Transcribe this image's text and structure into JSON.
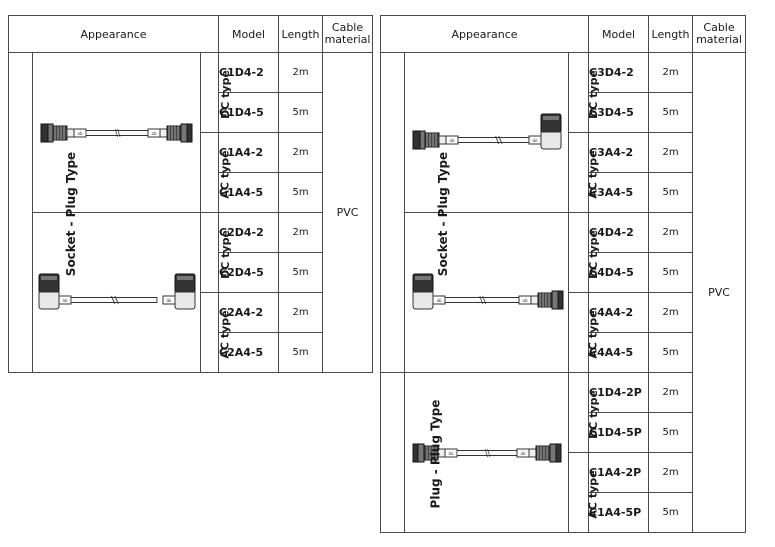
{
  "headers": {
    "appearance": "Appearance",
    "model": "Model",
    "length": "Length",
    "material_line1": "Cable",
    "material_line2": "material"
  },
  "left": {
    "group": "Socket - Plug Type",
    "material": "PVC",
    "blocks": [
      {
        "illustration": "straight-socket-straight-plug-cable-icon",
        "types": [
          {
            "label": "DC type",
            "rows": [
              {
                "model": "C1D4-2",
                "length": "2m"
              },
              {
                "model": "C1D4-5",
                "length": "5m"
              }
            ]
          },
          {
            "label": "AC type",
            "rows": [
              {
                "model": "C1A4-2",
                "length": "2m"
              },
              {
                "model": "C1A4-5",
                "length": "5m"
              }
            ]
          }
        ]
      },
      {
        "illustration": "angled-socket-angled-plug-cable-icon",
        "types": [
          {
            "label": "DC type",
            "rows": [
              {
                "model": "C2D4-2",
                "length": "2m"
              },
              {
                "model": "C2D4-5",
                "length": "5m"
              }
            ]
          },
          {
            "label": "AC type",
            "rows": [
              {
                "model": "C2A4-2",
                "length": "2m"
              },
              {
                "model": "C2A4-5",
                "length": "5m"
              }
            ]
          }
        ]
      }
    ]
  },
  "right": {
    "material": "PVC",
    "groups": [
      {
        "label": "Socket - Plug Type",
        "blocks": [
          {
            "illustration": "straight-socket-angled-plug-cable-icon",
            "types": [
              {
                "label": "DC type",
                "rows": [
                  {
                    "model": "C3D4-2",
                    "length": "2m"
                  },
                  {
                    "model": "C3D4-5",
                    "length": "5m"
                  }
                ]
              },
              {
                "label": "AC type",
                "rows": [
                  {
                    "model": "C3A4-2",
                    "length": "2m"
                  },
                  {
                    "model": "C3A4-5",
                    "length": "5m"
                  }
                ]
              }
            ]
          },
          {
            "illustration": "angled-socket-straight-plug-cable-icon",
            "types": [
              {
                "label": "DC type",
                "rows": [
                  {
                    "model": "C4D4-2",
                    "length": "2m"
                  },
                  {
                    "model": "C4D4-5",
                    "length": "5m"
                  }
                ]
              },
              {
                "label": "AC type",
                "rows": [
                  {
                    "model": "C4A4-2",
                    "length": "2m"
                  },
                  {
                    "model": "C4A4-5",
                    "length": "5m"
                  }
                ]
              }
            ]
          }
        ]
      },
      {
        "label": "Plug - Plug Type",
        "blocks": [
          {
            "illustration": "straight-plug-straight-plug-cable-icon",
            "types": [
              {
                "label": "DC type",
                "rows": [
                  {
                    "model": "C1D4-2P",
                    "length": "2m"
                  },
                  {
                    "model": "C1D4-5P",
                    "length": "5m"
                  }
                ]
              },
              {
                "label": "AC type",
                "rows": [
                  {
                    "model": "C1A4-2P",
                    "length": "2m"
                  },
                  {
                    "model": "C1A4-5P",
                    "length": "5m"
                  }
                ]
              }
            ]
          }
        ]
      }
    ]
  }
}
